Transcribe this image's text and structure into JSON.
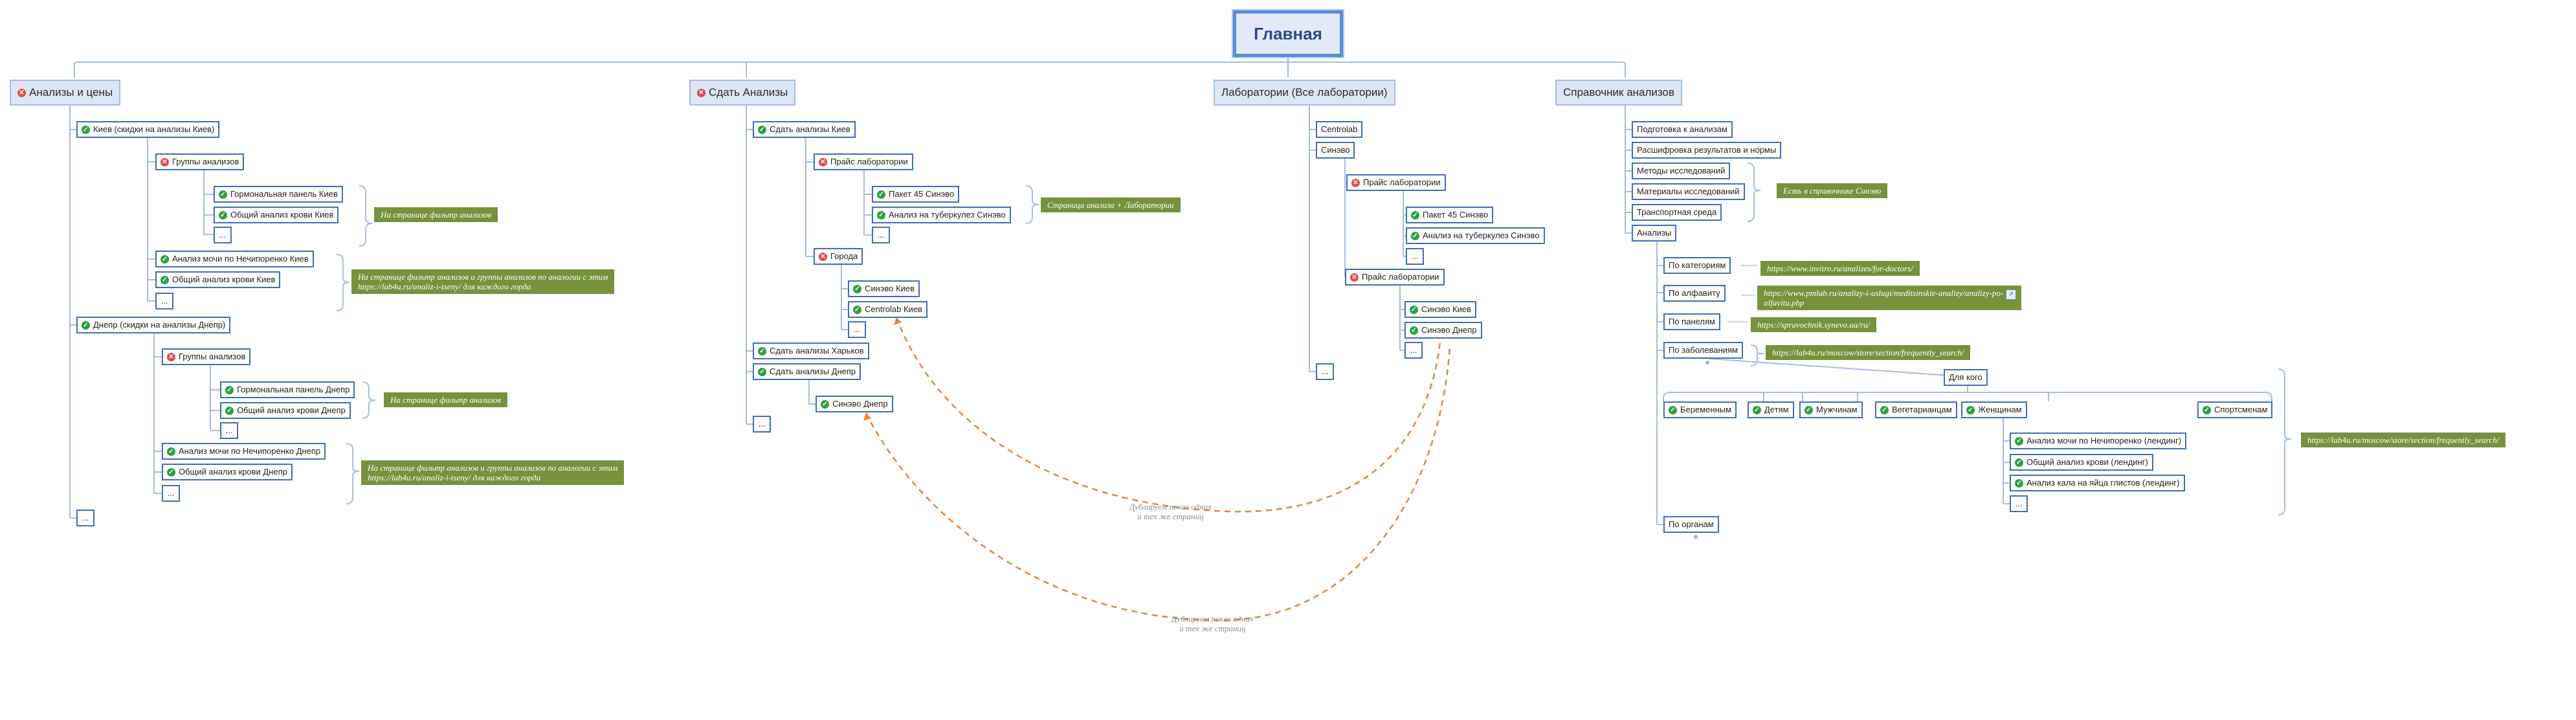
{
  "colors": {
    "node_border": "#3e6fb7",
    "note_bg": "#76923c",
    "link": "#a6bde3",
    "dashed": "#e8833a",
    "ok": "#2ea043",
    "no": "#e04b4b"
  },
  "root": {
    "label": "Главная"
  },
  "branches": {
    "analyses_prices": {
      "label": "Анализы и цены",
      "icon": "red-cross-icon"
    },
    "submit_analyses": {
      "label": "Сдать Анализы",
      "icon": "red-cross-icon"
    },
    "labs": {
      "label": "Лаборатории (Все лаборатории)"
    },
    "reference": {
      "label": "Справочник анализов"
    }
  },
  "more": "...",
  "b1": {
    "kyiv": "Киев (скидки на анализы Киев)",
    "groups": "Группы анализов",
    "hormone_kyiv": "Гормональная панель Киев",
    "blood_kyiv": "Общий анализ крови Киев",
    "urine_kyiv": "Анализ мочи по Нечипоренко Киев",
    "blood_kyiv2": "Общий анализ крови Киев",
    "dnipro": "Днепр (скидки на анализы Днепр)",
    "groups2": "Группы анализов",
    "hormone_dnipro": "Гормональная панель Днепр",
    "blood_dnipro": "Общий анализ крови Днепр",
    "urine_dnipro": "Анализ мочи по Нечипоренко Днепр",
    "blood_dnipro2": "Общий анализ крови Днепр"
  },
  "b2": {
    "kyiv": "Сдать анализы Киев",
    "price": "Прайс лаборатории",
    "pkg45": "Пакет 45 Синэво",
    "tb": "Анализ на туберкулез Синэво",
    "cities": "Города",
    "synevo_kyiv": "Синэво Киев",
    "centrolab_kyiv": "Centrolab Киев",
    "kharkiv": "Сдать анализы Харьков",
    "dnipro": "Сдать анализы Днепр",
    "synevo_dnipro": "Синэво Днепр"
  },
  "b3": {
    "centrolab": "Centrolab",
    "synevo": "Синэво",
    "price": "Прайс лаборатории",
    "pkg45": "Пакет 45 Синэво",
    "tb": "Анализ на туберкулез Синэво",
    "price2": "Прайс лаборатории",
    "synevo_kyiv": "Синэво Киев",
    "synevo_dnipro": "Синэво Днепр"
  },
  "b4": {
    "prep": "Подготовка к анализам",
    "decode": "Расшифровка результатов и нормы",
    "methods": "Методы исследований",
    "materials": "Материалы исследований",
    "transport": "Транспортная среда",
    "analyses": "Анализы",
    "by_category": "По категориям",
    "by_alpha": "По алфавиту",
    "by_panels": "По панелям",
    "by_disease": "По заболеваниям",
    "for_whom": "Для кого",
    "pregnant": "Беременным",
    "children": "Детям",
    "men": "Мужчинам",
    "vegetarians": "Вегетарианцам",
    "women": "Женщинам",
    "athletes": "Спортсменам",
    "urine": "Анализ мочи по Нечипоренко (лендинг)",
    "blood": "Общий анализ крови (лендинг)",
    "feces": "Анализ кала на яйца глистов (лендинг)",
    "by_organ": "По органам"
  },
  "notes": {
    "filter1": "На странице фильтр анализов",
    "filter_groups1": "На странице фильтр анализов и группы анализов по аналогии с этим\nhttps://lab4u.ru/analiz-i-tseny/ для каждого горда",
    "filter2": "На странице фильтр анализов",
    "filter_groups2": "На странице фильтр анализов и группы анализов по аналогии с этим\nhttps://lab4u.ru/analiz-i-tseny/ для каждого горда",
    "page_lab": "Страница анализа + Лаборатории",
    "synevo_ref": "Есть в справочнике Синэво",
    "invitro": "https://www.invitro.ru/analizes/for-doctors/",
    "pmlab": "https://www.pmlab.ru/analizy-i-uslugi/meditsinskie-analizy/analizy-po-\nalfavitu.php",
    "spravochnik": "https://spravochnik.synevo.ua/ru/",
    "lab4u_disease": "https://lab4u.ru/moscow/store/section/frequently_search/",
    "lab4u_whom": "https://lab4u.ru/moscow/store/section/frequently_search/"
  },
  "captions": {
    "dup1": "Дублируем показ одних\nи тех же страниц",
    "dup2": "Дублируем показ одних\nи тех же страниц"
  }
}
